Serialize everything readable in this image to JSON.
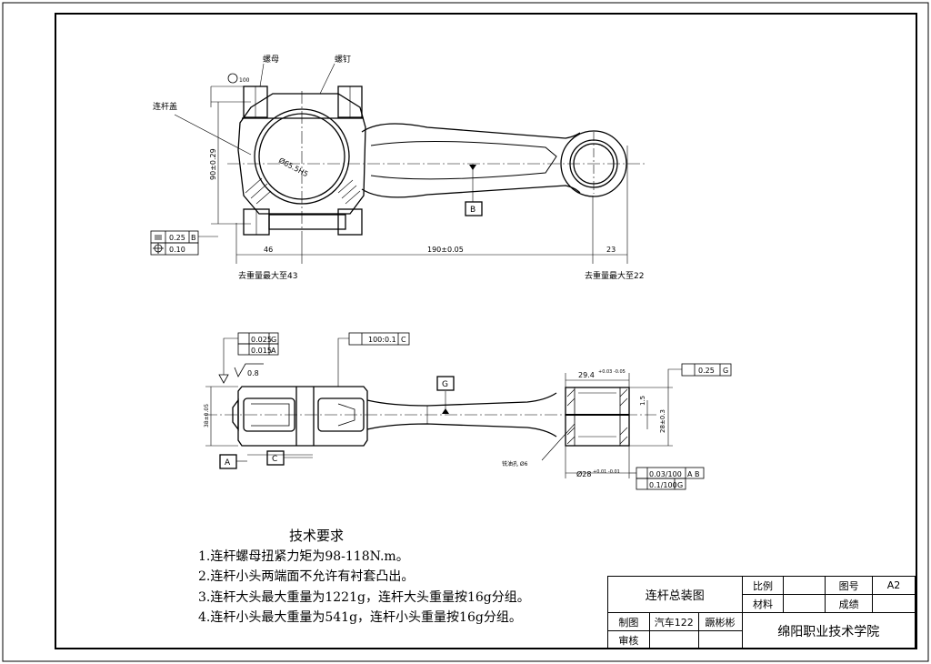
{
  "view1": {
    "label_nut": "螺母",
    "label_bolt": "螺钉",
    "label_cap": "连杆盖",
    "dim_bore": "Ø65.5H5",
    "dim_height": "90±0.29",
    "dim_left": "46",
    "dim_center": "190±0.05",
    "dim_right": "23",
    "datum_b": "B",
    "weight_big": "去重量最大至43",
    "weight_small": "去重量最大至22",
    "tol_perp": "0.25",
    "tol_perp_ref": "B",
    "tol_pos": "0.10",
    "tol_para": "100"
  },
  "view2": {
    "tol_a1": "0.025",
    "tol_a1_ref": "G",
    "tol_a2": "0.015",
    "tol_a2_ref": "A",
    "tol_para": "100:0.1",
    "tol_para_ref": "C",
    "roughness": "0.8",
    "datum_g": "G",
    "datum_a": "A",
    "datum_c": "C",
    "dim_left_v": "38±0.05",
    "dim_width": "29.4",
    "dim_width_tol": "+0.03 -0.05",
    "dim_slot": "1.5",
    "dim_height_r": "28±0.3",
    "tol_sym": "0.25",
    "tol_sym_ref": "G",
    "note_oil": "铣油孔 Ø6",
    "dim_bore_small": "Ø28",
    "dim_bore_small_tol": "+0.01 -0.01",
    "tol_b1": "0.03/100",
    "tol_b1_ref": "A B",
    "tol_b2": "0.1/100",
    "tol_b2_ref": "G"
  },
  "requirements": {
    "title": "技术要求",
    "items": [
      "1.连杆螺母扭紧力矩为98-118N.m。",
      "2.连杆小头两端面不允许有衬套凸出。",
      "3.连杆大头最大重量为1221g，连杆大头重量按16g分组。",
      "4.连杆小头最大重量为541g，连杆小头重量按16g分组。"
    ]
  },
  "title_block": {
    "drawing_name": "连杆总装图",
    "scale_label": "比例",
    "scale_value": "",
    "drawing_no_label": "图号",
    "drawing_no_value": "A2",
    "material_label": "材料",
    "grade_label": "成绩",
    "drawn_label": "制图",
    "drawn_class": "汽车122",
    "drawn_name": "蹶彬彬",
    "check_label": "审核",
    "school": "绵阳职业技术学院"
  }
}
